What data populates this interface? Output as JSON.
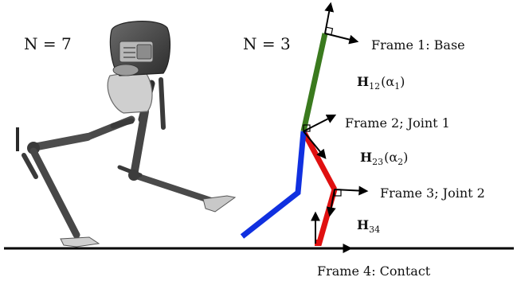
{
  "left_label": "N = 7",
  "right_label": "N = 3",
  "frames": {
    "base": "Frame 1: Base",
    "joint1": "Frame 2; Joint 1",
    "joint2": "Frame 3; Joint 2",
    "contact": "Frame 4: Contact"
  },
  "transforms": {
    "h12": {
      "symbol": "H",
      "sub": "12",
      "arg": "(α",
      "argsub": "1",
      "close": ")"
    },
    "h23": {
      "symbol": "H",
      "sub": "23",
      "arg": "(α",
      "argsub": "2",
      "close": ")"
    },
    "h34": {
      "symbol": "H",
      "sub": "34"
    }
  },
  "colors": {
    "link_base": "#3a7a1e",
    "link_stance": "#e01010",
    "link_swing": "#1030e0",
    "axes": "#000000"
  }
}
